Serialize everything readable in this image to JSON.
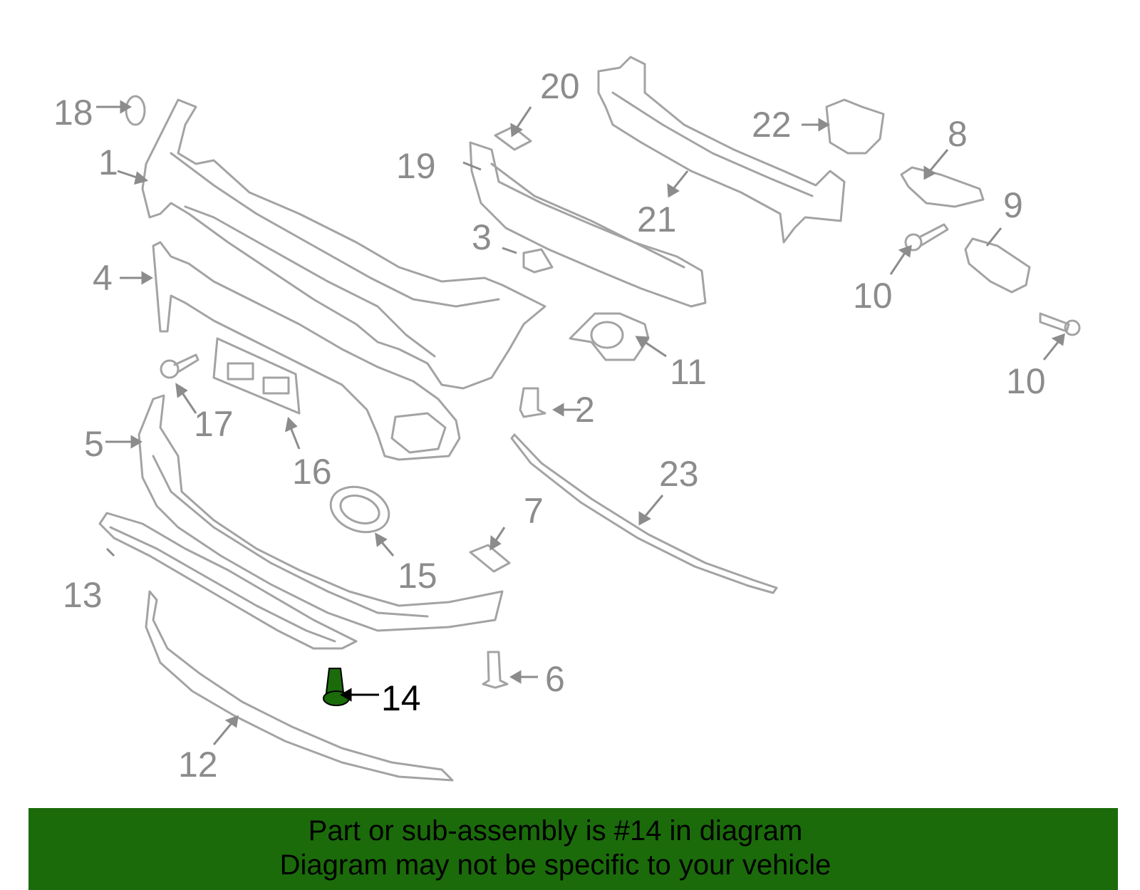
{
  "highlight_color": "#1b6b0b",
  "line_color": "#9a9a9a",
  "callouts": {
    "c1": "1",
    "c2": "2",
    "c3": "3",
    "c4": "4",
    "c5": "5",
    "c6": "6",
    "c7": "7",
    "c8": "8",
    "c9": "9",
    "c10a": "10",
    "c10b": "10",
    "c11": "11",
    "c12": "12",
    "c13": "13",
    "c14": "14",
    "c15": "15",
    "c16": "16",
    "c17": "17",
    "c18": "18",
    "c19": "19",
    "c20": "20",
    "c21": "21",
    "c22": "22",
    "c23": "23"
  },
  "banner": {
    "line1": "Part or sub-assembly is #14 in diagram",
    "line2": "Diagram may not be specific to your vehicle"
  }
}
